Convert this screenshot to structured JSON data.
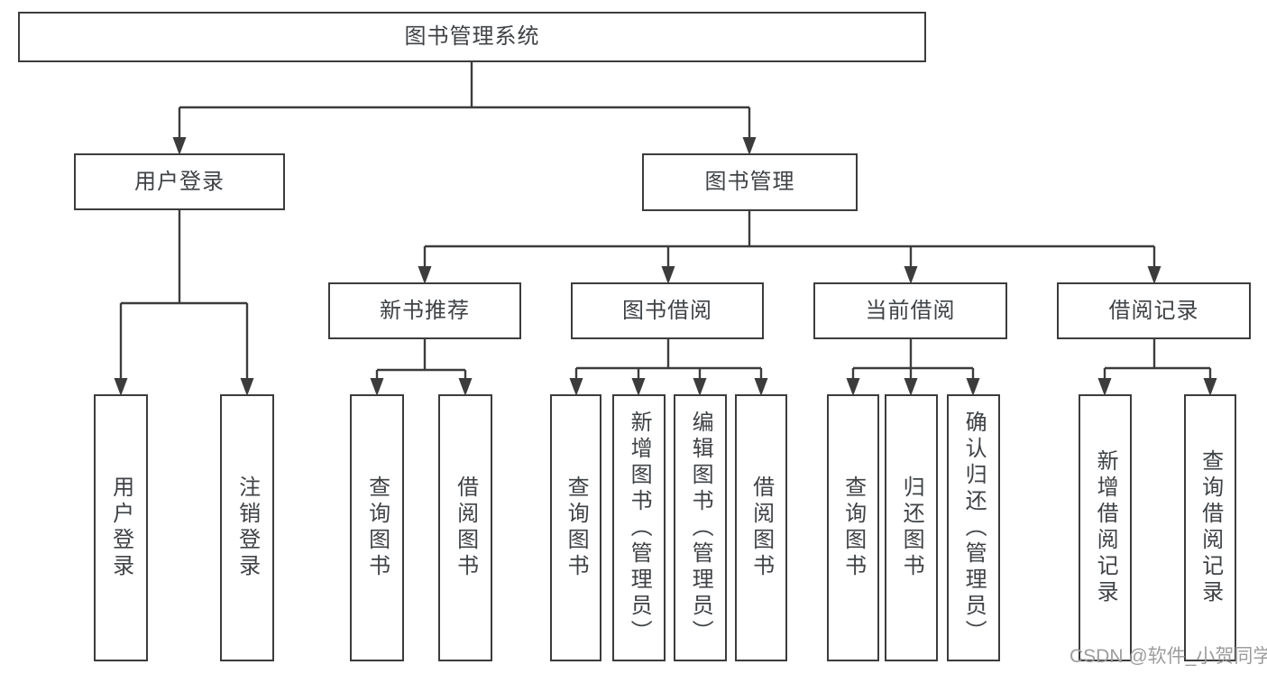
{
  "diagram_title": "图书管理系统",
  "tree": {
    "label": "图书管理系统",
    "children": [
      {
        "label": "用户登录",
        "children": [
          {
            "label": "用户登录"
          },
          {
            "label": "注销登录"
          }
        ]
      },
      {
        "label": "图书管理",
        "children": [
          {
            "label": "新书推荐",
            "children": [
              {
                "label": "查询图书"
              },
              {
                "label": "借阅图书"
              }
            ]
          },
          {
            "label": "图书借阅",
            "children": [
              {
                "label": "查询图书"
              },
              {
                "label": "新增图书（管理员）"
              },
              {
                "label": "编辑图书（管理员）"
              },
              {
                "label": "借阅图书"
              }
            ]
          },
          {
            "label": "当前借阅",
            "children": [
              {
                "label": "查询图书"
              },
              {
                "label": "归还图书"
              },
              {
                "label": "确认归还（管理员）"
              }
            ]
          },
          {
            "label": "借阅记录",
            "children": [
              {
                "label": "新增借阅记录"
              },
              {
                "label": "查询借阅记录"
              }
            ]
          }
        ]
      }
    ]
  },
  "watermark": {
    "text": "CSDN @软件_小贺同学"
  },
  "colors": {
    "line": "#3c3c3c",
    "text": "#3f4245",
    "watermark_text": "#9d9d9d",
    "background": "#ffffff"
  }
}
